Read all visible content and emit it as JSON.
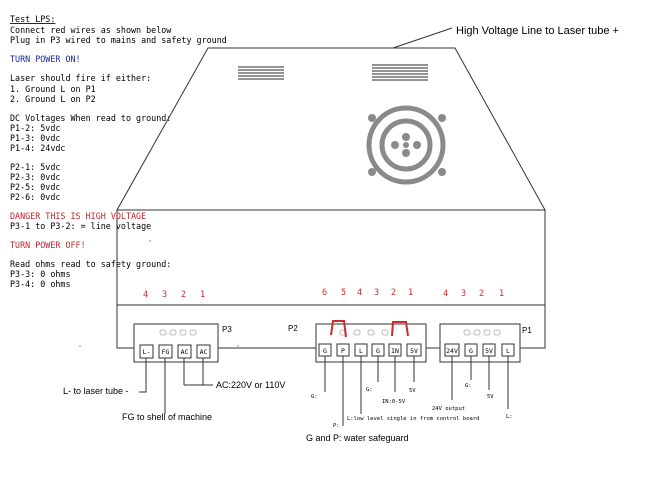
{
  "notes": {
    "l1": "Test LPS:",
    "l2": "Connect red wires as shown below",
    "l3": "Plug in P3 wired to mains and safety ground",
    "l4": "TURN POWER ON!",
    "l5": "Laser should fire if either:",
    "l6": "1. Ground L on P1",
    "l7": "2. Ground L on P2",
    "l8": "DC Voltages When read to ground:",
    "l9": "P1-2: 5vdc",
    "l10": "P1-3: 0vdc",
    "l11": "P1-4: 24vdc",
    "l12": "P2-1: 5vdc",
    "l13": "P2-3: 0vdc",
    "l14": "P2-5: 0vdc",
    "l15": "P2-6: 0vdc",
    "l16": "DANGER THIS IS HIGH VOLTAGE",
    "l17": "P3-1 to P3-2: = line voltage",
    "l18": "TURN POWER OFF!",
    "l19": "Read ohms read to safety ground:",
    "l20": "P3-3: 0 ohms",
    "l21": "P3-4: 0 ohms"
  },
  "hv_label": "High Voltage Line to Laser tube +",
  "pin_numbers": {
    "p3": [
      "4",
      "3",
      "2",
      "1"
    ],
    "p2": [
      "6",
      "5",
      "4",
      "3",
      "2",
      "1"
    ],
    "p1": [
      "4",
      "3",
      "2",
      "1"
    ]
  },
  "connectors": {
    "p3": {
      "name": "P3",
      "pins": [
        "L-",
        "FG",
        "AC",
        "AC"
      ]
    },
    "p2": {
      "name": "P2",
      "pins": [
        "G",
        "P",
        "L",
        "G",
        "IN",
        "5V"
      ]
    },
    "p1": {
      "name": "P1",
      "pins": [
        "24V",
        "G",
        "5V",
        "L"
      ]
    }
  },
  "small_labels": {
    "g_p2a": "G:",
    "p_p2": "P:",
    "l_p2": "L:low level single in from control board",
    "g_p2b": "G:",
    "in_p2": "IN:0-5V",
    "v5_p2": "5V",
    "out24": "24V output",
    "g_p1": "G:",
    "v5_p1": "5V",
    "l_p1": "L:"
  },
  "callouts": {
    "l_minus": "L- to laser tube -",
    "fg": "FG to shell of machine",
    "ac": "AC:220V or 110V",
    "gp": "G and P: water safeguard"
  },
  "colors": {
    "accent_blue": "#1a2a9c",
    "accent_red": "#c0282c",
    "pin_red": "#d12a2a"
  }
}
